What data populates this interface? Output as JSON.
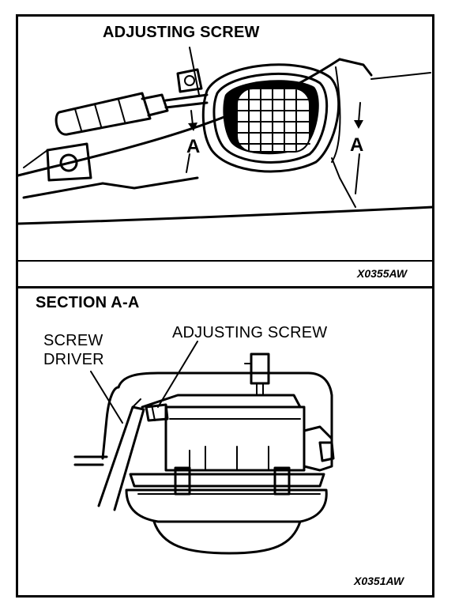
{
  "top_panel": {
    "label_adjusting_screw": "ADJUSTING SCREW",
    "section_mark_left": "A",
    "section_mark_right": "A",
    "figure_code": "X0355AW"
  },
  "bottom_panel": {
    "section_title": "SECTION A-A",
    "label_screw_driver_line1": "SCREW",
    "label_screw_driver_line2": "DRIVER",
    "label_adjusting_screw": "ADJUSTING SCREW",
    "figure_code": "X0351AW"
  }
}
